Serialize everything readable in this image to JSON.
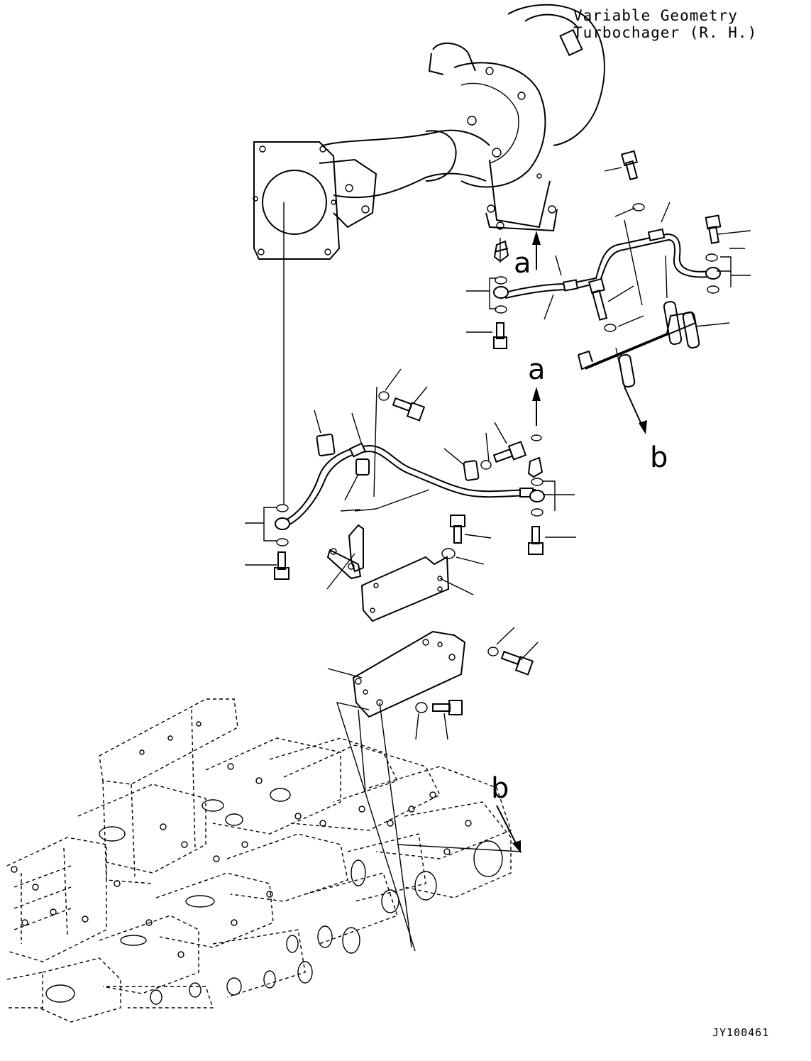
{
  "title": {
    "line1": "Variable Geometry",
    "line2": "Turbochager (R. H.)"
  },
  "reference_labels": {
    "a_upper": "a",
    "a_lower": "a",
    "b_right": "b",
    "b_lower": "b"
  },
  "drawing_code": "JY100461"
}
